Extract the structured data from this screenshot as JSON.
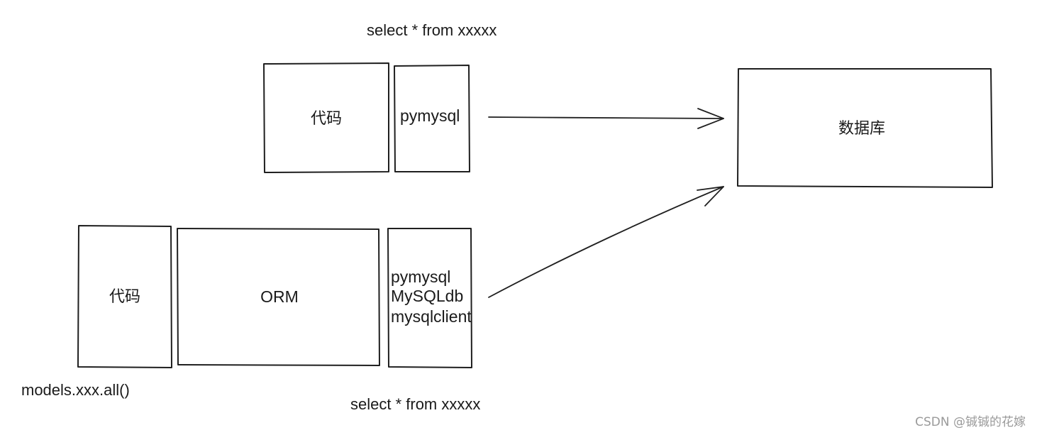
{
  "top_row": {
    "query": "select * from xxxxx",
    "code_box": "代码",
    "driver_box": "pymysql"
  },
  "bottom_row": {
    "code_box": "代码",
    "orm_box": "ORM",
    "drivers": [
      "pymysql",
      "MySQLdb",
      "mysqlclient"
    ],
    "code_caption": "models.xxx.all()",
    "query": "select * from xxxxx"
  },
  "database_box": "数据库",
  "watermark": "CSDN @铖铖的花嫁"
}
